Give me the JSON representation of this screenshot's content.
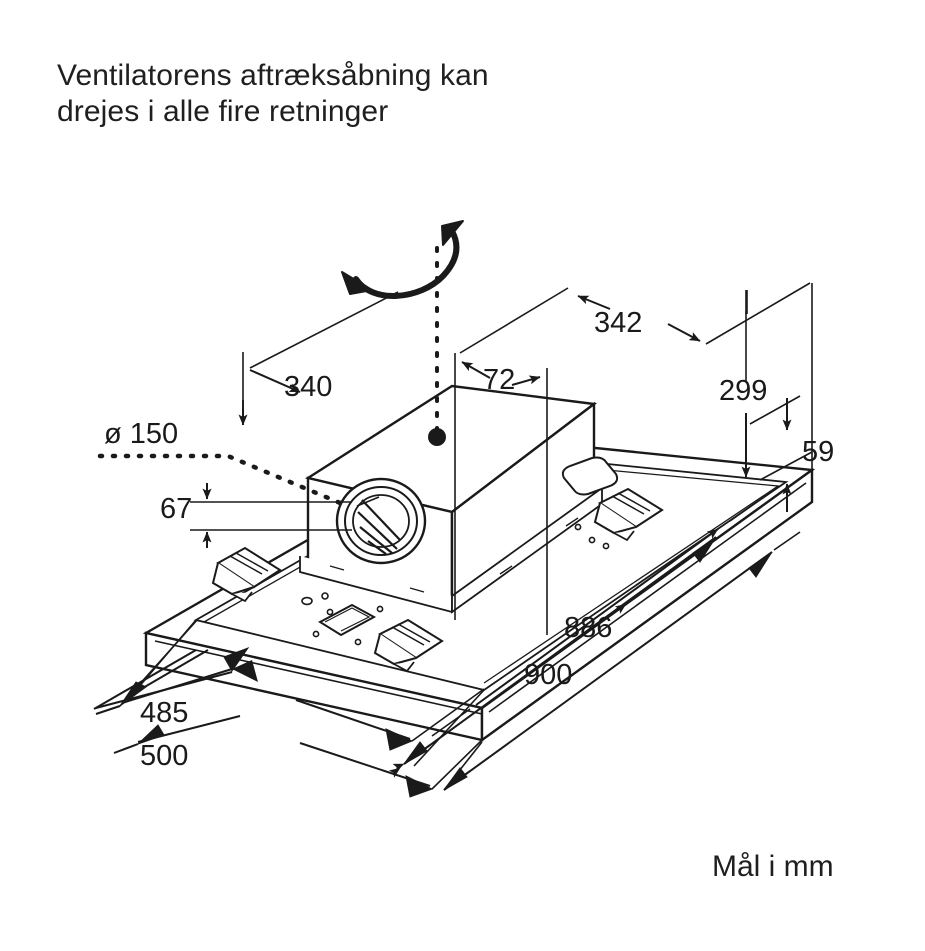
{
  "sheet": {
    "background_color": "#ffffff",
    "line_color": "#1a1a1a",
    "text_color": "#1f1f1f"
  },
  "header": {
    "title_line_1": "Ventilatorens aftræksåbning kan",
    "title_line_2": "drejes i alle fire retninger"
  },
  "footer": {
    "unit_note": "Mål i mm"
  },
  "diagram": {
    "subject": "built-in cooker hood / extractor unit, isometric technical drawing",
    "rotation_annotation": "double-headed curved arrow above vertical axis indicating the exhaust outlet can be turned in all four directions",
    "axis_marker": "vertical dotted centre line with filled dot on top face of motor box"
  },
  "dimensions": {
    "diameter_outlet": "ø 150",
    "depth_top_left": "340",
    "offset_centre": "72",
    "depth_top_right": "342",
    "height_total": "299",
    "height_panel": "59",
    "height_outlet_centre": "67",
    "length_inner": "886",
    "length_total": "900",
    "width_inner": "485",
    "width_total": "500"
  },
  "dimension_list": [
    {
      "label": "ø 150",
      "name": "diameter-outlet"
    },
    {
      "label": "340",
      "name": "depth-top-left"
    },
    {
      "label": "72",
      "name": "offset-centre"
    },
    {
      "label": "342",
      "name": "depth-top-right"
    },
    {
      "label": "299",
      "name": "height-total"
    },
    {
      "label": "59",
      "name": "height-panel"
    },
    {
      "label": "67",
      "name": "height-outlet-centre"
    },
    {
      "label": "886",
      "name": "length-inner"
    },
    {
      "label": "900",
      "name": "length-total"
    },
    {
      "label": "485",
      "name": "width-inner"
    },
    {
      "label": "500",
      "name": "width-total"
    }
  ]
}
